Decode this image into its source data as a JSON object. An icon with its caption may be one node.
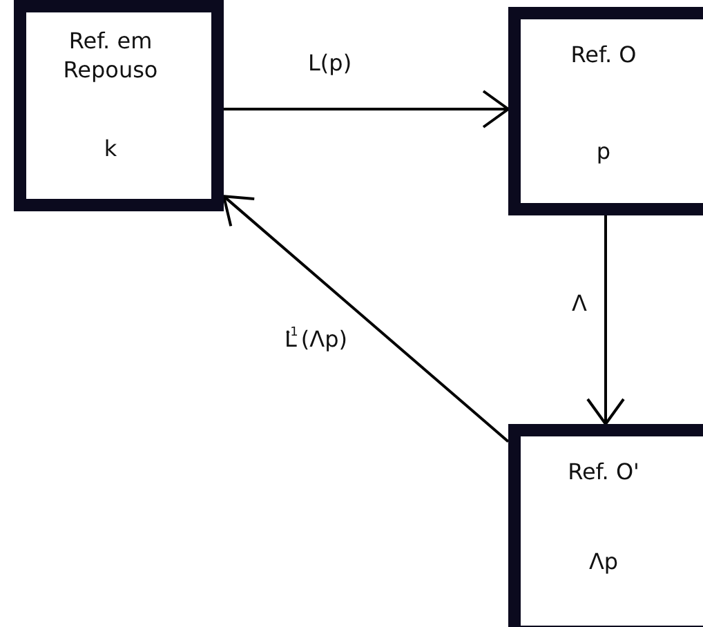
{
  "diagram": {
    "nodes": [
      {
        "text": [
          "Ref. em Repouso",
          "k"
        ]
      },
      {
        "text": [
          "Ref. O",
          "p"
        ]
      },
      {
        "text": [
          "Ref. O'",
          "Λp"
        ]
      }
    ],
    "edges": [
      {
        "from": 0,
        "to": 1,
        "arrow": "to",
        "label": "L(p)"
      },
      {
        "from": 1,
        "to": 2,
        "arrow": "to",
        "label": "Λ"
      },
      {
        "from": 2,
        "to": 0,
        "arrow": "to",
        "label": "L$^{-1}$(Λp)"
      }
    ]
  }
}
